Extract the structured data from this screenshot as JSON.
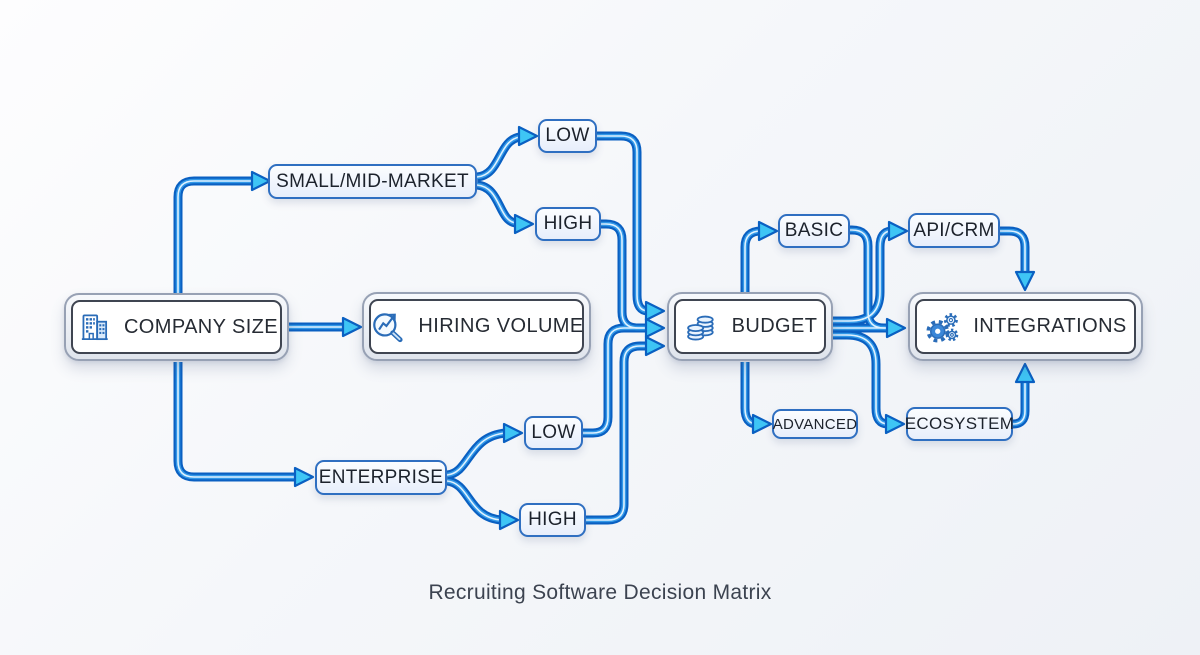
{
  "title": "Recruiting Software Decision Matrix",
  "colors": {
    "connector_outer": "#0a60c2",
    "connector_mid": "#3399e8",
    "connector_core": "#dff2ff",
    "arrow_fill": "#3ec5f5",
    "node_border": "#2f6fc1",
    "main_border": "#97a1b4",
    "text": "#262b33"
  },
  "nodes": {
    "company_size": {
      "label": "COMPANY SIZE",
      "icon": "building-icon"
    },
    "hiring_volume": {
      "label": "HIRING VOLUME",
      "icon": "trend-search-icon"
    },
    "budget": {
      "label": "BUDGET",
      "icon": "coins-icon"
    },
    "integrations": {
      "label": "INTEGRATIONS",
      "icon": "gears-icon"
    },
    "small_mid_market": {
      "label": "SMALL/MID-MARKET"
    },
    "enterprise": {
      "label": "ENTERPRISE"
    },
    "low_top": {
      "label": "LOW"
    },
    "high_top": {
      "label": "HIGH"
    },
    "low_bottom": {
      "label": "LOW"
    },
    "high_bottom": {
      "label": "HIGH"
    },
    "basic": {
      "label": "BASIC"
    },
    "advanced": {
      "label": "ADVANCED"
    },
    "api_crm": {
      "label": "API/CRM"
    },
    "ecosystem": {
      "label": "ECOSYSTEM"
    }
  },
  "edges": [
    {
      "from": "company_size",
      "to": "small_mid_market"
    },
    {
      "from": "company_size",
      "to": "hiring_volume"
    },
    {
      "from": "company_size",
      "to": "enterprise"
    },
    {
      "from": "small_mid_market",
      "to": "low_top"
    },
    {
      "from": "small_mid_market",
      "to": "high_top"
    },
    {
      "from": "enterprise",
      "to": "low_bottom"
    },
    {
      "from": "enterprise",
      "to": "high_bottom"
    },
    {
      "from": "low_top",
      "to": "budget"
    },
    {
      "from": "high_top",
      "to": "budget"
    },
    {
      "from": "low_bottom",
      "to": "budget"
    },
    {
      "from": "high_bottom",
      "to": "budget"
    },
    {
      "from": "budget",
      "to": "basic"
    },
    {
      "from": "budget",
      "to": "advanced"
    },
    {
      "from": "budget",
      "to": "api_crm"
    },
    {
      "from": "budget",
      "to": "integrations"
    },
    {
      "from": "budget",
      "to": "ecosystem"
    },
    {
      "from": "basic",
      "to": "integrations"
    },
    {
      "from": "api_crm",
      "to": "integrations"
    },
    {
      "from": "ecosystem",
      "to": "integrations"
    }
  ]
}
